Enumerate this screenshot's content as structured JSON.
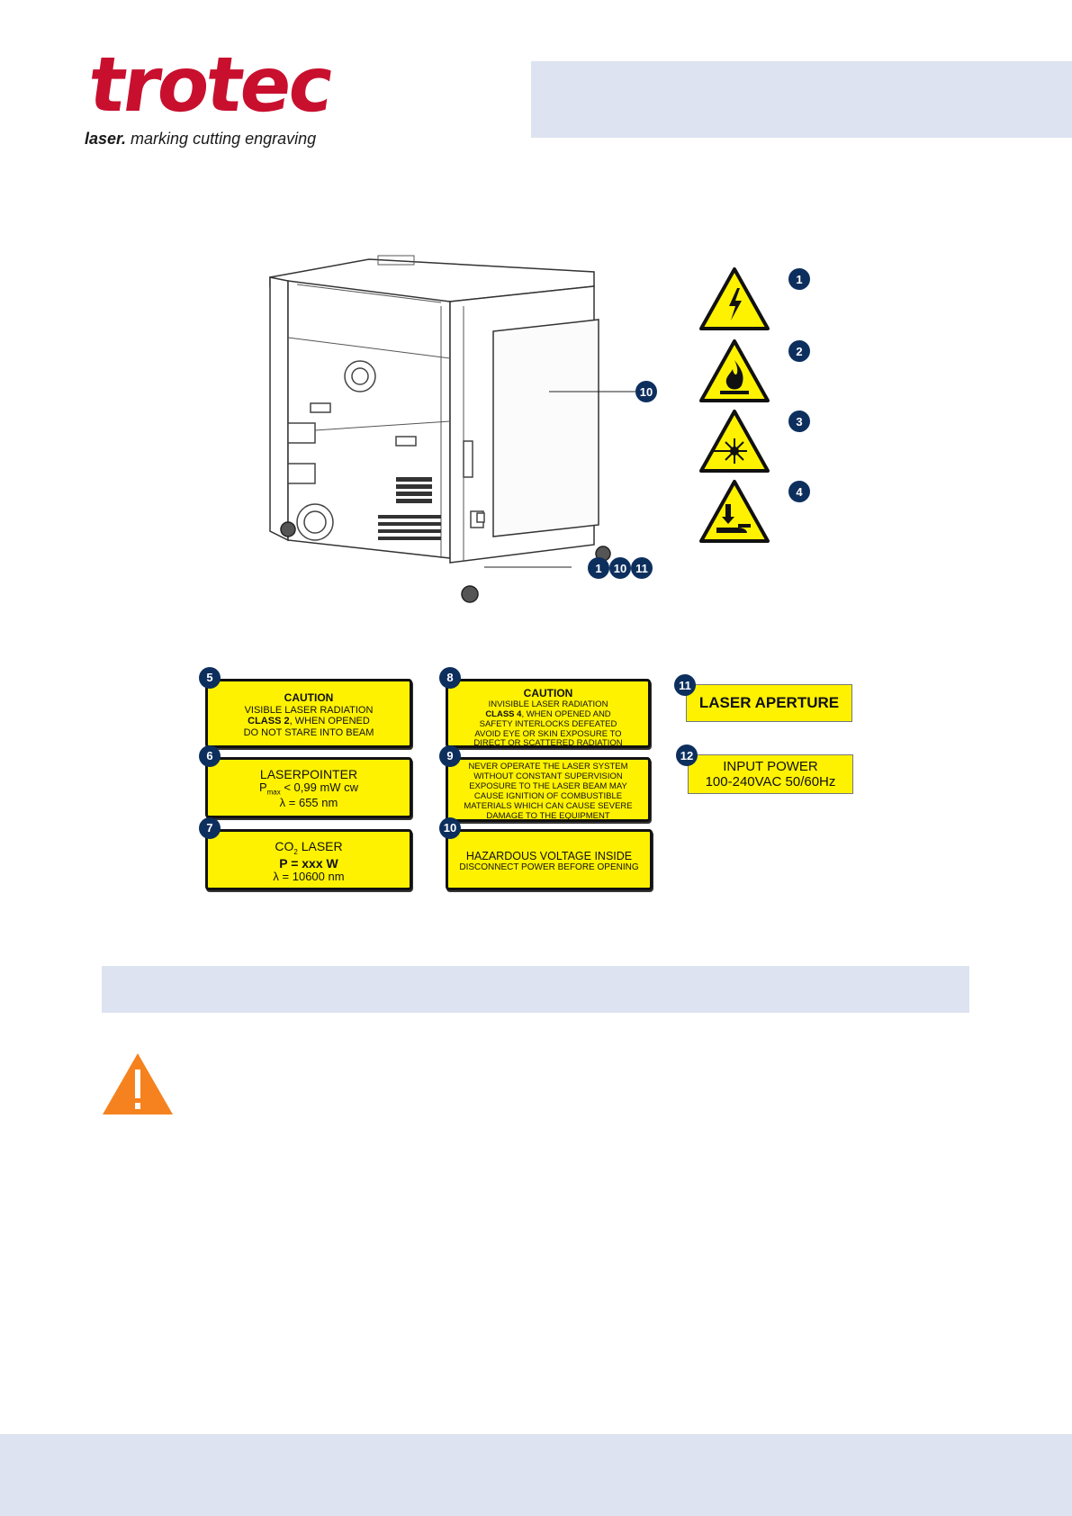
{
  "brand": {
    "name": "trotec",
    "tagline_bold": "laser.",
    "tagline_rest": " marking cutting engraving",
    "color": "#c8102e"
  },
  "colors": {
    "band": "#dde3f0",
    "label_yellow": "#fff200",
    "badge_navy": "#0d2f5e",
    "warning_orange": "#f5821f"
  },
  "machine_callouts": [
    "10",
    "1",
    "10",
    "11"
  ],
  "hazard_symbols": [
    {
      "number": "1",
      "icon": "electric-shock-hazard-icon"
    },
    {
      "number": "2",
      "icon": "fire-hazard-icon"
    },
    {
      "number": "3",
      "icon": "laser-radiation-hazard-icon"
    },
    {
      "number": "4",
      "icon": "hand-crush-hazard-icon"
    }
  ],
  "labels": {
    "l5": {
      "number": "5",
      "line1": "CAUTION",
      "line2": "VISIBLE LASER RADIATION",
      "line3_bold": "CLASS 2",
      "line3_rest": ", WHEN OPENED",
      "line4": "DO NOT STARE INTO BEAM"
    },
    "l6": {
      "number": "6",
      "line1": "LASERPOINTER",
      "line2_pre": "P",
      "line2_sub": "max",
      "line2_post": " < 0,99 mW cw",
      "line3": "λ = 655 nm"
    },
    "l7": {
      "number": "7",
      "line1_pre": "CO",
      "line1_sub": "2",
      "line1_post": " LASER",
      "line2": "P = xxx W",
      "line3": "λ = 10600 nm"
    },
    "l8": {
      "number": "8",
      "line1": "CAUTION",
      "line2": "INVISIBLE LASER RADIATION",
      "line3_bold": "CLASS 4",
      "line3_rest": ", WHEN OPENED AND",
      "line4": "SAFETY INTERLOCKS DEFEATED",
      "line5": "AVOID EYE OR SKIN EXPOSURE TO",
      "line6": "DIRECT OR SCATTERED RADIATION"
    },
    "l9": {
      "number": "9",
      "line1": "NEVER OPERATE THE LASER SYSTEM",
      "line2": "WITHOUT CONSTANT SUPERVISION",
      "line3": "EXPOSURE TO THE LASER BEAM MAY",
      "line4": "CAUSE IGNITION OF COMBUSTIBLE",
      "line5": "MATERIALS WHICH CAN CAUSE SEVERE",
      "line6": "DAMAGE TO THE EQUIPMENT"
    },
    "l10": {
      "number": "10",
      "line1": "HAZARDOUS VOLTAGE INSIDE",
      "line2": "DISCONNECT POWER BEFORE OPENING"
    },
    "l11": {
      "number": "11",
      "line1": "LASER APERTURE"
    },
    "l12": {
      "number": "12",
      "line1": "INPUT POWER",
      "line2": "100-240VAC 50/60Hz"
    }
  },
  "warning": {
    "icon": "warning-triangle-icon"
  }
}
